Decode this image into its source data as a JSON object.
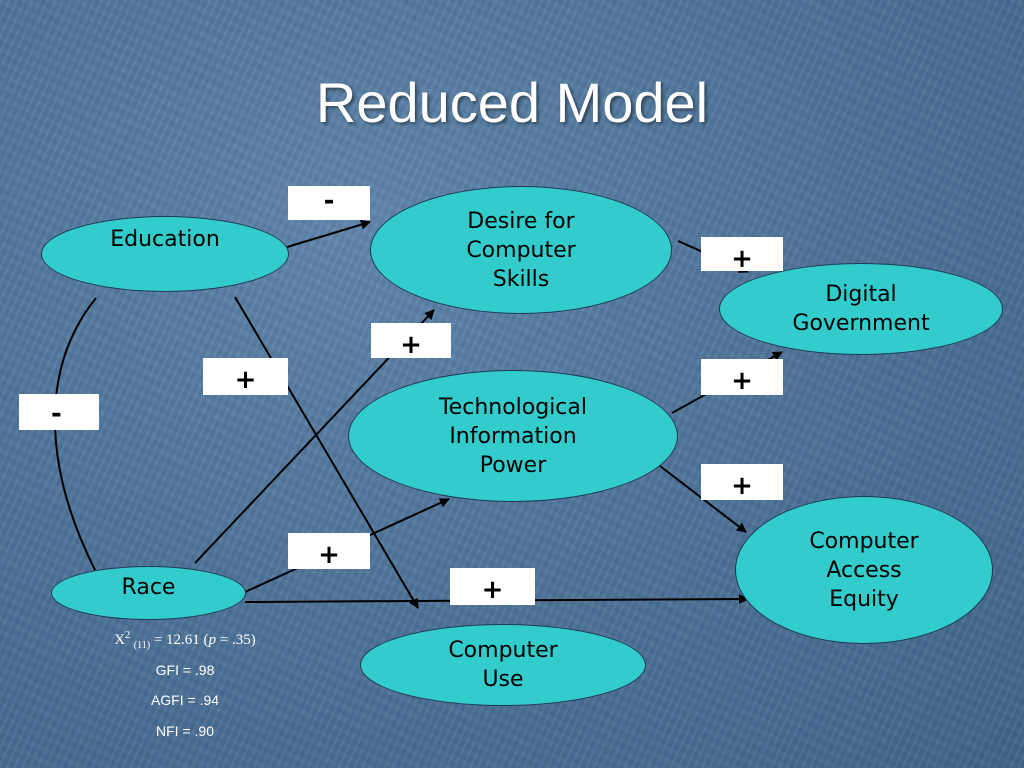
{
  "slide": {
    "title": "Reduced Model"
  },
  "nodes": {
    "education": "Education",
    "desire": "Desire for\nComputer\nSkills",
    "digital_gov": "Digital\nGovernment",
    "tech_info": "Technological\nInformation\nPower",
    "access_equity": "Computer\nAccess\nEquity",
    "race": "Race",
    "computer_use": "Computer\nUse"
  },
  "signs": {
    "education_desire": "-",
    "desire_digital": "+",
    "race_desire": "+",
    "education_use": "+",
    "tech_digital": "+",
    "education_race": "-",
    "tech_equity": "+",
    "race_tech": "+",
    "race_equity": "+"
  },
  "stats": {
    "chi_symbol": "X",
    "chi_sup": "2",
    "chi_df": "(11)",
    "chi_value": "= 12.61 (",
    "chi_p_label": "p",
    "chi_p_value": " = .35)",
    "gfi": "GFI = .98",
    "agfi": "AGFI = .94",
    "nfi": "NFI = .90"
  },
  "colors": {
    "node_fill": "#33cccc",
    "background": "#4f759b",
    "sign_box": "#ffffff"
  }
}
